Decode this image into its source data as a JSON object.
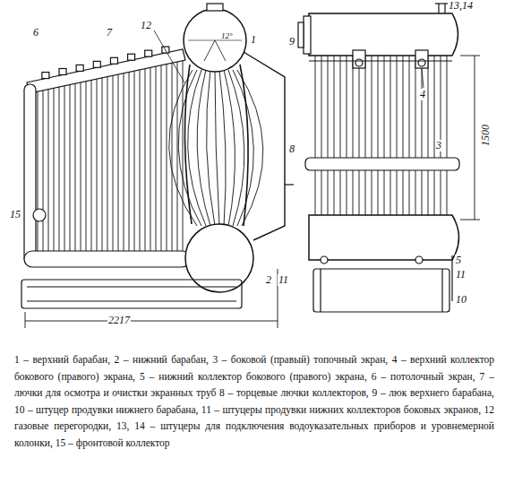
{
  "diagram": {
    "caption": "1 – верхний барабан, 2 – нижний барабан, 3 – боковой (правый) топочный экран, 4 – верхний коллектор бокового (правого) экрана, 5 – нижний коллектор бокового (правого) экрана, 6 – потолочный экран, 7 – лючки для осмотра и очистки экранных труб 8 – торцевые лючки коллекторов, 9 – люк верхнего барабана, 10 – штуцер продувки нижнего барабана, 11 – штуцеры продувки нижних коллекторов боковых экранов, 12 газовые перегородки, 13, 14 – штуцеры для подключения водоуказательных приборов и уровнемерной колонки, 15 – фронтовой коллектор",
    "labels": [
      "1",
      "12°",
      "12",
      "6",
      "7",
      "8",
      "15",
      "2",
      "11",
      "2217",
      "9",
      "13,14",
      "4",
      "3",
      "5",
      "11",
      "10",
      "1500"
    ]
  }
}
